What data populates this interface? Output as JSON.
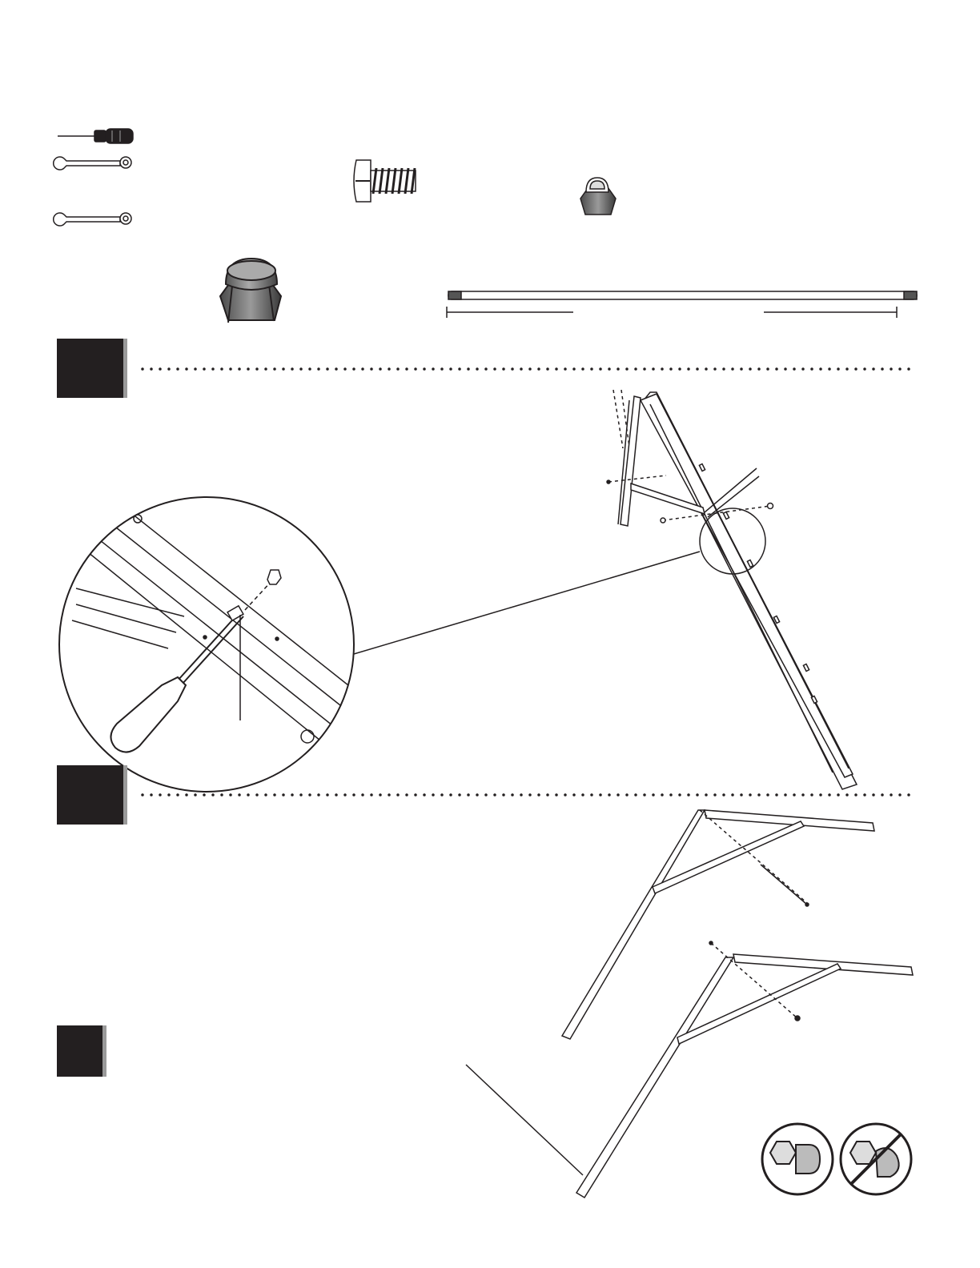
{
  "page": {
    "background": "#ffffff",
    "ink": "#231f20",
    "shade": "#9a9a9a",
    "steps": [
      {
        "id": "step-1",
        "label": ""
      },
      {
        "id": "step-2",
        "label": ""
      },
      {
        "id": "step-3",
        "label": ""
      }
    ],
    "tools": [
      "screwdriver-icon",
      "wrench-icon",
      "wrench-icon"
    ],
    "hardware": [
      "screw-icon",
      "small-nut-icon",
      "large-nut-icon",
      "threaded-rod-icon"
    ],
    "correct_incorrect": [
      "correct-nut-orientation-icon",
      "incorrect-nut-orientation-icon"
    ]
  }
}
